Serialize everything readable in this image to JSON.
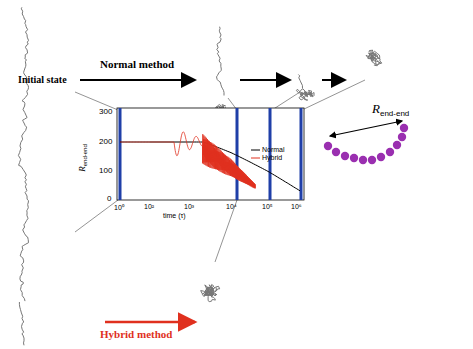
{
  "diagram": {
    "labels": [
      "Initial state",
      "Normal method",
      "Hybrid method",
      "300",
      "200",
      "100",
      "0",
      "R",
      "end-end",
      "10⁰",
      "10²",
      "10³",
      "10⁴",
      "10⁵",
      "10⁶",
      "time (τ)",
      "R",
      "end-end"
    ],
    "legend": [
      {
        "text": "Normal"
      },
      {
        "text": "Hybrid"
      }
    ]
  }
}
